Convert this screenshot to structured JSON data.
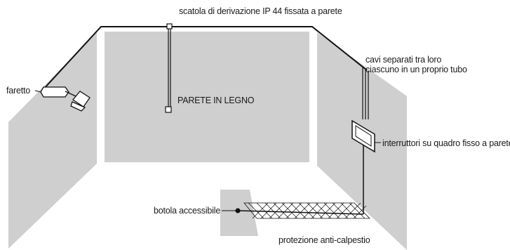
{
  "labels": {
    "junction_box": "scatola di derivazione IP 44 fissata a parete",
    "spotlight": "faretto",
    "wall_center": "PARETE IN LEGNO",
    "cables_line1": "cavi separati tra loro",
    "cables_line2": "ciascuno in un proprio tubo",
    "switches": "interruttori su quadro fisso a parete",
    "hatch": "botola accessibile",
    "floor_protection": "protezione anti-calpestio"
  },
  "colors": {
    "wall_fill": "#cfcfcf",
    "outline": "#111111",
    "background": "#ffffff"
  }
}
